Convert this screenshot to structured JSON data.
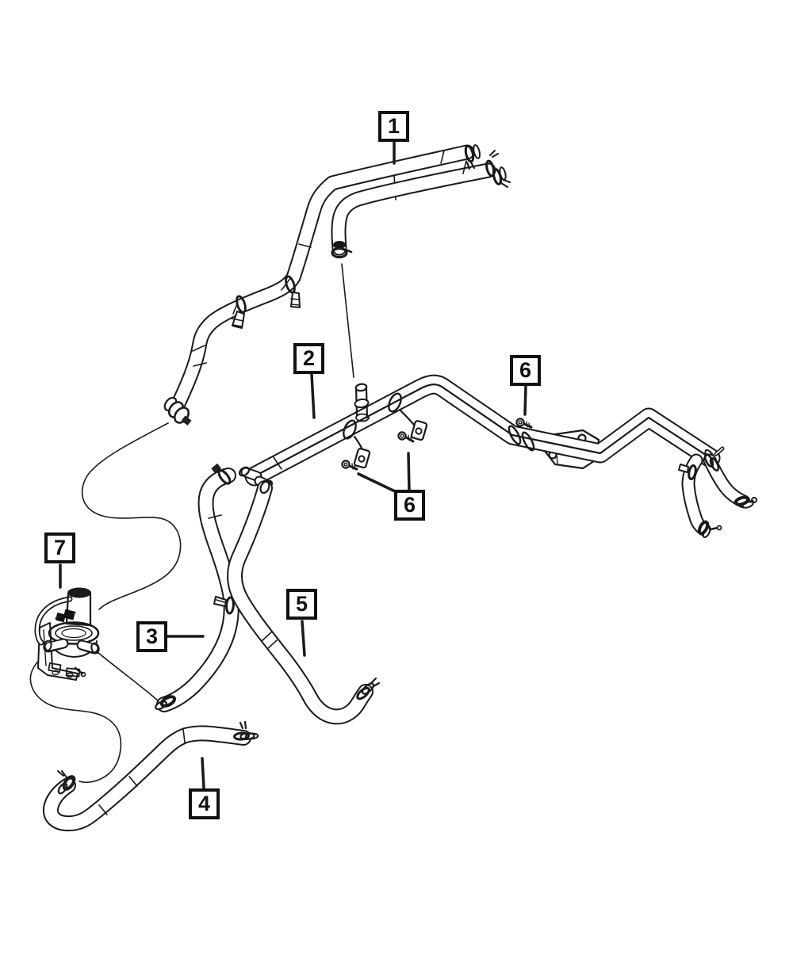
{
  "colors": {
    "background": "#ffffff",
    "line": "#1a1a1a"
  },
  "callouts": [
    {
      "label": "1"
    },
    {
      "label": "2"
    },
    {
      "label": "3"
    },
    {
      "label": "4"
    },
    {
      "label": "5"
    },
    {
      "label": "6"
    },
    {
      "label": "6"
    },
    {
      "label": "7"
    }
  ]
}
